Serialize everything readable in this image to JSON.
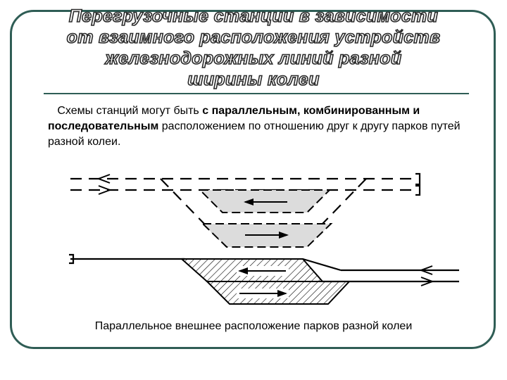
{
  "title": {
    "line1": "Перегрузочные станции в зависимости",
    "line2": "от взаимного расположения устройств",
    "line3": "железнодорожных линий разной",
    "line4": "ширины колеи"
  },
  "intro": {
    "part1": "Схемы станций могут быть ",
    "part2_bold": "с параллельным, комбинированным и последовательным",
    "part3": " расположением по отношению друг к другу парков путей разной колеи."
  },
  "caption": "Параллельное внешнее расположение парков разной колеи",
  "colors": {
    "frame": "#2f5d55",
    "line": "#000000",
    "park_fill": "#dcdcdc",
    "hatch": "#000000"
  }
}
